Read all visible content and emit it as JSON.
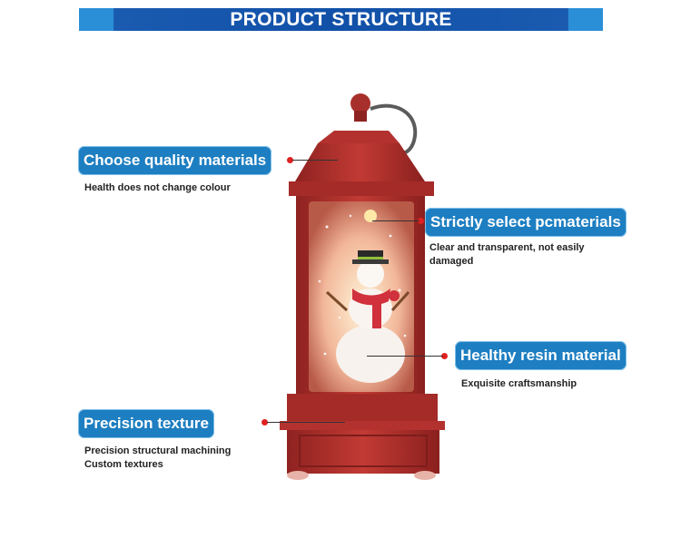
{
  "header": {
    "title": "PRODUCT STRUCTURE"
  },
  "callouts": [
    {
      "title": "Choose quality materials",
      "desc": [
        "Health does not change colour"
      ]
    },
    {
      "title": "Strictly select pcmaterials",
      "desc": [
        "Clear and transparent, not easily",
        "damaged"
      ]
    },
    {
      "title": "Healthy resin material",
      "desc": [
        "Exquisite craftsmanship"
      ]
    },
    {
      "title": "Precision texture",
      "desc": [
        "Precision structural machining",
        "Custom textures"
      ]
    }
  ],
  "colors": {
    "banner": "#1150a8",
    "pill": "#1d7ec1",
    "dot": "#e02020",
    "lantern": "#b3322f"
  },
  "product": {
    "icon": "snowman-lantern"
  }
}
